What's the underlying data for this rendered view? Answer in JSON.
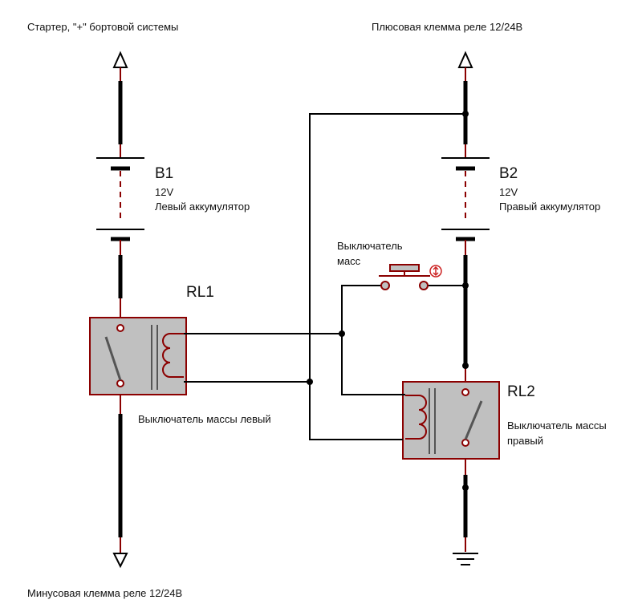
{
  "labels": {
    "top_left": "Стартер, \"+\" бортовой системы",
    "top_right": "Плюсовая клемма реле 12/24В",
    "bottom_left": "Минусовая клемма реле 12/24В"
  },
  "battery_left": {
    "ref": "B1",
    "voltage": "12V",
    "name": "Левый аккумулятор"
  },
  "battery_right": {
    "ref": "B2",
    "voltage": "12V",
    "name": "Правый аккумулятор"
  },
  "switch": {
    "line1": "Выключатель",
    "line2": "масс"
  },
  "relay_left": {
    "ref": "RL1",
    "caption": "Выключатель массы левый"
  },
  "relay_right": {
    "ref": "RL2",
    "caption_line1": "Выключатель массы",
    "caption_line2": "правый"
  },
  "colors": {
    "wire": "#000000",
    "terminal": "#8b0000",
    "relay_fill": "#c0c0c0",
    "switch_indicator": "#cc2222"
  }
}
